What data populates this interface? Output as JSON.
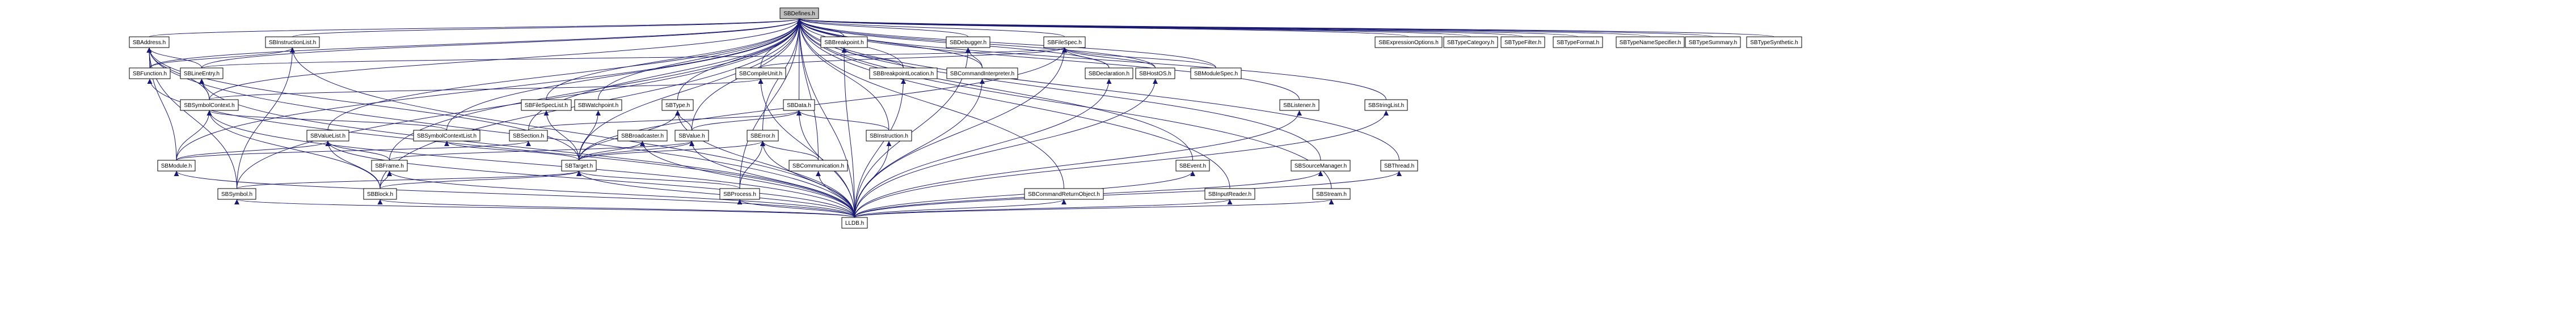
{
  "graph": {
    "root": "SBDefines.h",
    "sink": "LLDB.h",
    "colors": {
      "edge": "#191970",
      "node_border": "#000000",
      "node_fill": "#ffffff",
      "root_fill": "#bfbfbf",
      "text": "#000000"
    },
    "nodes": [
      {
        "id": "SBDefines.h",
        "label": "SBDefines.h"
      },
      {
        "id": "SBAddress.h",
        "label": "SBAddress.h"
      },
      {
        "id": "SBInstructionList.h",
        "label": "SBInstructionList.h"
      },
      {
        "id": "SBBreakpoint.h",
        "label": "SBBreakpoint.h"
      },
      {
        "id": "SBDebugger.h",
        "label": "SBDebugger.h"
      },
      {
        "id": "SBFileSpec.h",
        "label": "SBFileSpec.h"
      },
      {
        "id": "SBExpressionOptions.h",
        "label": "SBExpressionOptions.h"
      },
      {
        "id": "SBTypeCategory.h",
        "label": "SBTypeCategory.h"
      },
      {
        "id": "SBTypeFilter.h",
        "label": "SBTypeFilter.h"
      },
      {
        "id": "SBTypeFormat.h",
        "label": "SBTypeFormat.h"
      },
      {
        "id": "SBTypeNameSpecifier.h",
        "label": "SBTypeNameSpecifier.h"
      },
      {
        "id": "SBTypeSummary.h",
        "label": "SBTypeSummary.h"
      },
      {
        "id": "SBTypeSynthetic.h",
        "label": "SBTypeSynthetic.h"
      },
      {
        "id": "SBFunction.h",
        "label": "SBFunction.h"
      },
      {
        "id": "SBLineEntry.h",
        "label": "SBLineEntry.h"
      },
      {
        "id": "SBCompileUnit.h",
        "label": "SBCompileUnit.h"
      },
      {
        "id": "SBBreakpointLocation.h",
        "label": "SBBreakpointLocation.h"
      },
      {
        "id": "SBCommandInterpreter.h",
        "label": "SBCommandInterpreter.h"
      },
      {
        "id": "SBDeclaration.h",
        "label": "SBDeclaration.h"
      },
      {
        "id": "SBHostOS.h",
        "label": "SBHostOS.h"
      },
      {
        "id": "SBModuleSpec.h",
        "label": "SBModuleSpec.h"
      },
      {
        "id": "SBSymbolContext.h",
        "label": "SBSymbolContext.h"
      },
      {
        "id": "SBFileSpecList.h",
        "label": "SBFileSpecList.h"
      },
      {
        "id": "SBWatchpoint.h",
        "label": "SBWatchpoint.h"
      },
      {
        "id": "SBType.h",
        "label": "SBType.h"
      },
      {
        "id": "SBData.h",
        "label": "SBData.h"
      },
      {
        "id": "SBListener.h",
        "label": "SBListener.h"
      },
      {
        "id": "SBStringList.h",
        "label": "SBStringList.h"
      },
      {
        "id": "SBValueList.h",
        "label": "SBValueList.h"
      },
      {
        "id": "SBSymbolContextList.h",
        "label": "SBSymbolContextList.h"
      },
      {
        "id": "SBSection.h",
        "label": "SBSection.h"
      },
      {
        "id": "SBBroadcaster.h",
        "label": "SBBroadcaster.h"
      },
      {
        "id": "SBValue.h",
        "label": "SBValue.h"
      },
      {
        "id": "SBError.h",
        "label": "SBError.h"
      },
      {
        "id": "SBInstruction.h",
        "label": "SBInstruction.h"
      },
      {
        "id": "SBModule.h",
        "label": "SBModule.h"
      },
      {
        "id": "SBFrame.h",
        "label": "SBFrame.h"
      },
      {
        "id": "SBTarget.h",
        "label": "SBTarget.h"
      },
      {
        "id": "SBCommunication.h",
        "label": "SBCommunication.h"
      },
      {
        "id": "SBEvent.h",
        "label": "SBEvent.h"
      },
      {
        "id": "SBSourceManager.h",
        "label": "SBSourceManager.h"
      },
      {
        "id": "SBThread.h",
        "label": "SBThread.h"
      },
      {
        "id": "SBSymbol.h",
        "label": "SBSymbol.h"
      },
      {
        "id": "SBBlock.h",
        "label": "SBBlock.h"
      },
      {
        "id": "SBProcess.h",
        "label": "SBProcess.h"
      },
      {
        "id": "SBCommandReturnObject.h",
        "label": "SBCommandReturnObject.h"
      },
      {
        "id": "SBInputReader.h",
        "label": "SBInputReader.h"
      },
      {
        "id": "SBStream.h",
        "label": "SBStream.h"
      },
      {
        "id": "LLDB.h",
        "label": "LLDB.h"
      }
    ],
    "edges": [
      [
        "SBDefines.h",
        "SBAddress.h"
      ],
      [
        "SBDefines.h",
        "SBInstructionList.h"
      ],
      [
        "SBDefines.h",
        "SBBreakpoint.h"
      ],
      [
        "SBDefines.h",
        "SBDebugger.h"
      ],
      [
        "SBDefines.h",
        "SBFileSpec.h"
      ],
      [
        "SBDefines.h",
        "SBExpressionOptions.h"
      ],
      [
        "SBDefines.h",
        "SBTypeCategory.h"
      ],
      [
        "SBDefines.h",
        "SBTypeFilter.h"
      ],
      [
        "SBDefines.h",
        "SBTypeFormat.h"
      ],
      [
        "SBDefines.h",
        "SBTypeNameSpecifier.h"
      ],
      [
        "SBDefines.h",
        "SBTypeSummary.h"
      ],
      [
        "SBDefines.h",
        "SBTypeSynthetic.h"
      ],
      [
        "SBDefines.h",
        "SBFunction.h"
      ],
      [
        "SBDefines.h",
        "SBLineEntry.h"
      ],
      [
        "SBDefines.h",
        "SBCompileUnit.h"
      ],
      [
        "SBDefines.h",
        "SBBreakpointLocation.h"
      ],
      [
        "SBDefines.h",
        "SBCommandInterpreter.h"
      ],
      [
        "SBDefines.h",
        "SBDeclaration.h"
      ],
      [
        "SBDefines.h",
        "SBHostOS.h"
      ],
      [
        "SBDefines.h",
        "SBModuleSpec.h"
      ],
      [
        "SBDefines.h",
        "SBSymbolContext.h"
      ],
      [
        "SBDefines.h",
        "SBFileSpecList.h"
      ],
      [
        "SBDefines.h",
        "SBWatchpoint.h"
      ],
      [
        "SBDefines.h",
        "SBType.h"
      ],
      [
        "SBDefines.h",
        "SBData.h"
      ],
      [
        "SBDefines.h",
        "SBListener.h"
      ],
      [
        "SBDefines.h",
        "SBStringList.h"
      ],
      [
        "SBDefines.h",
        "SBValueList.h"
      ],
      [
        "SBDefines.h",
        "SBSymbolContextList.h"
      ],
      [
        "SBDefines.h",
        "SBSection.h"
      ],
      [
        "SBDefines.h",
        "SBValue.h"
      ],
      [
        "SBDefines.h",
        "SBError.h"
      ],
      [
        "SBDefines.h",
        "SBInstruction.h"
      ],
      [
        "SBDefines.h",
        "SBModule.h"
      ],
      [
        "SBDefines.h",
        "SBFrame.h"
      ],
      [
        "SBDefines.h",
        "SBTarget.h"
      ],
      [
        "SBDefines.h",
        "SBCommunication.h"
      ],
      [
        "SBDefines.h",
        "SBEvent.h"
      ],
      [
        "SBDefines.h",
        "SBSourceManager.h"
      ],
      [
        "SBDefines.h",
        "SBThread.h"
      ],
      [
        "SBDefines.h",
        "SBSymbol.h"
      ],
      [
        "SBDefines.h",
        "SBBlock.h"
      ],
      [
        "SBDefines.h",
        "SBProcess.h"
      ],
      [
        "SBDefines.h",
        "SBCommandReturnObject.h"
      ],
      [
        "SBDefines.h",
        "SBInputReader.h"
      ],
      [
        "SBDefines.h",
        "SBStream.h"
      ],
      [
        "SBDefines.h",
        "LLDB.h"
      ],
      [
        "SBAddress.h",
        "SBFunction.h"
      ],
      [
        "SBAddress.h",
        "SBLineEntry.h"
      ],
      [
        "SBAddress.h",
        "SBSymbolContext.h"
      ],
      [
        "SBAddress.h",
        "SBModule.h"
      ],
      [
        "SBAddress.h",
        "SBTarget.h"
      ],
      [
        "SBAddress.h",
        "SBSymbol.h"
      ],
      [
        "SBAddress.h",
        "LLDB.h"
      ],
      [
        "SBInstructionList.h",
        "SBFunction.h"
      ],
      [
        "SBInstructionList.h",
        "SBSymbol.h"
      ],
      [
        "SBInstructionList.h",
        "LLDB.h"
      ],
      [
        "SBBreakpoint.h",
        "SBBreakpointLocation.h"
      ],
      [
        "SBBreakpoint.h",
        "LLDB.h"
      ],
      [
        "SBDebugger.h",
        "SBCommandInterpreter.h"
      ],
      [
        "SBDebugger.h",
        "LLDB.h"
      ],
      [
        "SBFileSpec.h",
        "SBLineEntry.h"
      ],
      [
        "SBFileSpec.h",
        "SBCompileUnit.h"
      ],
      [
        "SBFileSpec.h",
        "SBDeclaration.h"
      ],
      [
        "SBFileSpec.h",
        "SBHostOS.h"
      ],
      [
        "SBFileSpec.h",
        "SBModuleSpec.h"
      ],
      [
        "SBFileSpec.h",
        "SBTarget.h"
      ],
      [
        "SBFileSpec.h",
        "LLDB.h"
      ],
      [
        "SBFunction.h",
        "LLDB.h"
      ],
      [
        "SBLineEntry.h",
        "SBSymbolContext.h"
      ],
      [
        "SBLineEntry.h",
        "LLDB.h"
      ],
      [
        "SBCompileUnit.h",
        "SBSymbolContext.h"
      ],
      [
        "SBCompileUnit.h",
        "LLDB.h"
      ],
      [
        "SBBreakpointLocation.h",
        "LLDB.h"
      ],
      [
        "SBCommandInterpreter.h",
        "LLDB.h"
      ],
      [
        "SBDeclaration.h",
        "LLDB.h"
      ],
      [
        "SBHostOS.h",
        "LLDB.h"
      ],
      [
        "SBSymbolContext.h",
        "SBSymbolContextList.h"
      ],
      [
        "SBSymbolContext.h",
        "SBModule.h"
      ],
      [
        "SBSymbolContext.h",
        "SBBlock.h"
      ],
      [
        "SBSymbolContext.h",
        "LLDB.h"
      ],
      [
        "SBFileSpecList.h",
        "SBTarget.h"
      ],
      [
        "SBWatchpoint.h",
        "SBTarget.h"
      ],
      [
        "SBType.h",
        "SBValue.h"
      ],
      [
        "SBType.h",
        "SBTarget.h"
      ],
      [
        "SBType.h",
        "LLDB.h"
      ],
      [
        "SBData.h",
        "SBSection.h"
      ],
      [
        "SBData.h",
        "SBValue.h"
      ],
      [
        "SBData.h",
        "SBInstruction.h"
      ],
      [
        "SBData.h",
        "LLDB.h"
      ],
      [
        "SBListener.h",
        "LLDB.h"
      ],
      [
        "SBStringList.h",
        "LLDB.h"
      ],
      [
        "SBValueList.h",
        "SBModule.h"
      ],
      [
        "SBValueList.h",
        "SBFrame.h"
      ],
      [
        "SBValueList.h",
        "SBBlock.h"
      ],
      [
        "SBValueList.h",
        "LLDB.h"
      ],
      [
        "SBSymbolContextList.h",
        "SBTarget.h"
      ],
      [
        "SBSection.h",
        "SBModule.h"
      ],
      [
        "SBBroadcaster.h",
        "SBTarget.h"
      ],
      [
        "SBBroadcaster.h",
        "LLDB.h"
      ],
      [
        "SBValue.h",
        "SBFrame.h"
      ],
      [
        "SBValue.h",
        "SBTarget.h"
      ],
      [
        "SBValue.h",
        "LLDB.h"
      ],
      [
        "SBError.h",
        "SBTarget.h"
      ],
      [
        "SBError.h",
        "SBCommunication.h"
      ],
      [
        "SBError.h",
        "SBProcess.h"
      ],
      [
        "SBError.h",
        "LLDB.h"
      ],
      [
        "SBInstruction.h",
        "LLDB.h"
      ],
      [
        "SBModule.h",
        "LLDB.h"
      ],
      [
        "SBFrame.h",
        "SBBlock.h"
      ],
      [
        "SBFrame.h",
        "LLDB.h"
      ],
      [
        "SBTarget.h",
        "SBSymbol.h"
      ],
      [
        "SBTarget.h",
        "SBBlock.h"
      ],
      [
        "SBTarget.h",
        "SBProcess.h"
      ],
      [
        "SBTarget.h",
        "LLDB.h"
      ],
      [
        "SBCommunication.h",
        "LLDB.h"
      ],
      [
        "SBEvent.h",
        "LLDB.h"
      ],
      [
        "SBSourceManager.h",
        "LLDB.h"
      ],
      [
        "SBThread.h",
        "LLDB.h"
      ],
      [
        "SBSymbol.h",
        "LLDB.h"
      ],
      [
        "SBBlock.h",
        "LLDB.h"
      ],
      [
        "SBProcess.h",
        "LLDB.h"
      ],
      [
        "SBCommandReturnObject.h",
        "LLDB.h"
      ],
      [
        "SBInputReader.h",
        "LLDB.h"
      ],
      [
        "SBStream.h",
        "LLDB.h"
      ]
    ]
  }
}
